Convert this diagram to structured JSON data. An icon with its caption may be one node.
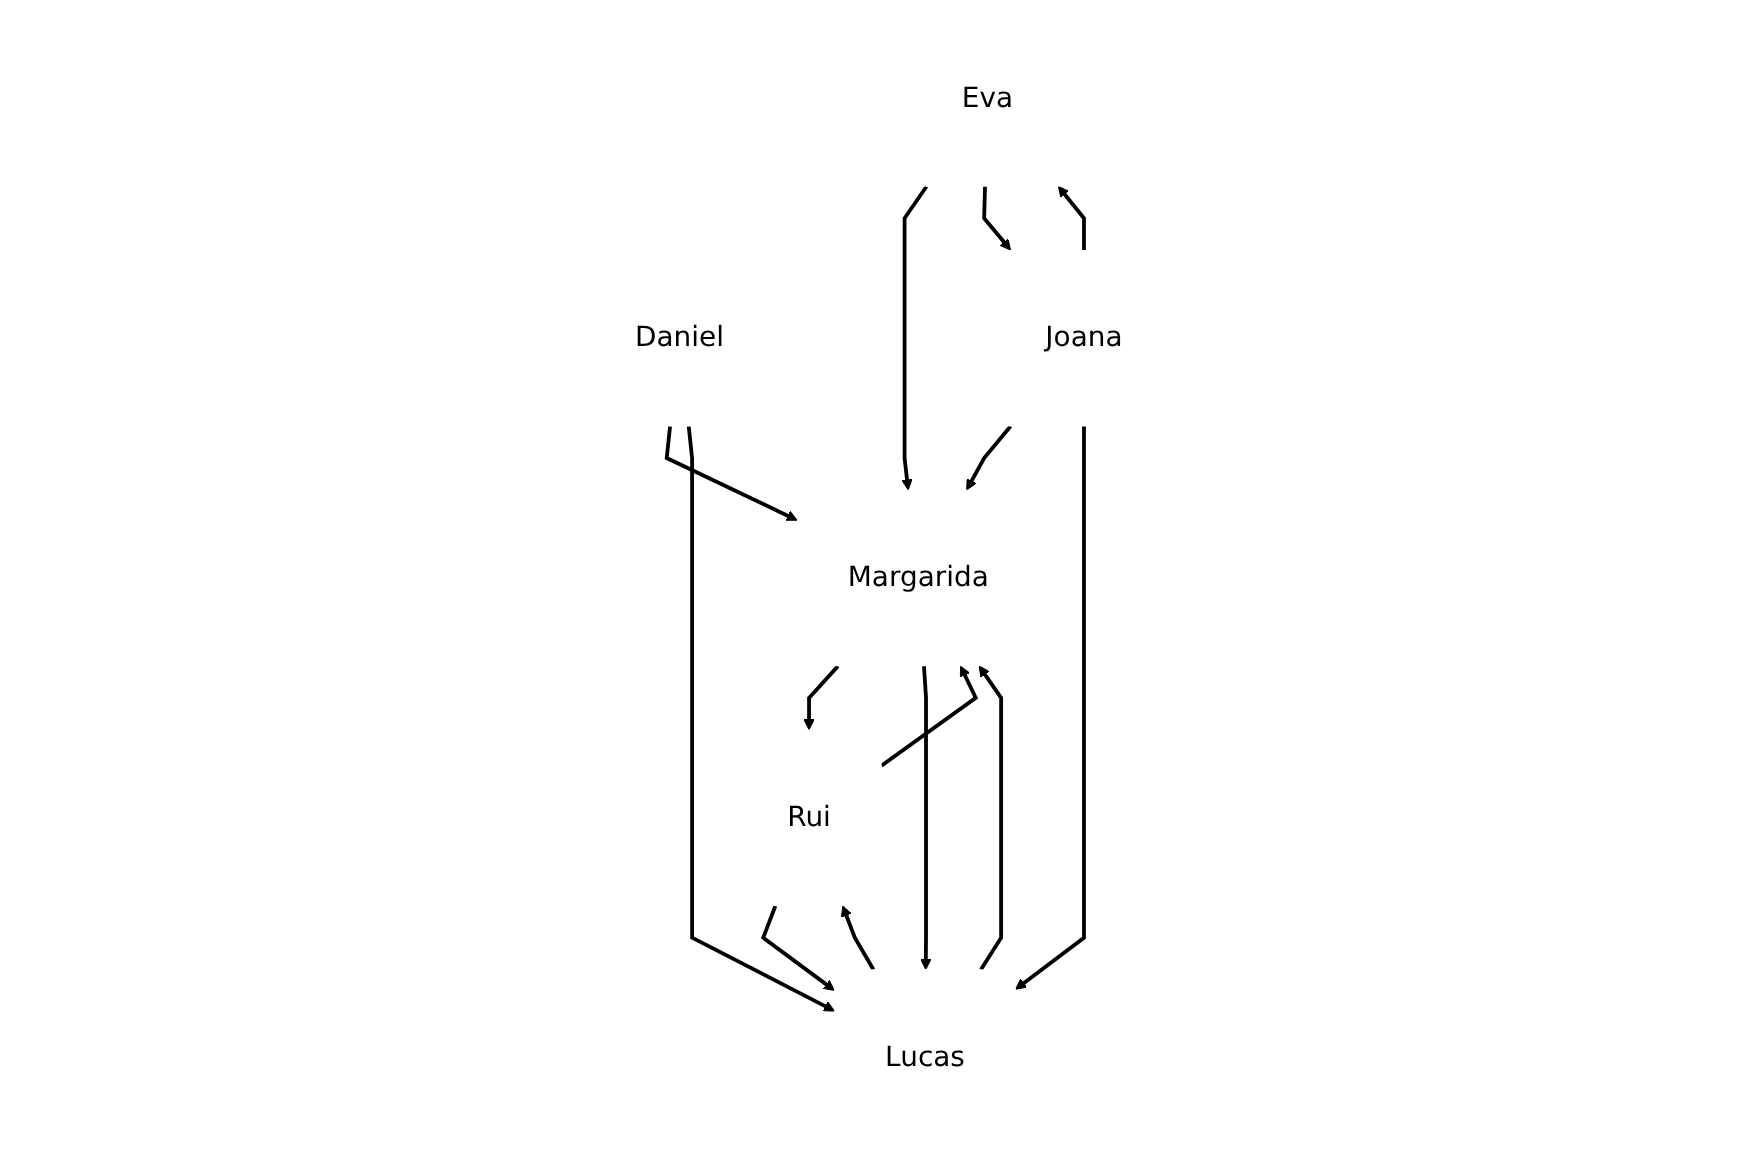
{
  "diagram": {
    "nodes": [
      {
        "text": [
          "Margarida"
        ]
      },
      {
        "text": [
          "Eva"
        ]
      },
      {
        "text": [
          "Daniel"
        ]
      },
      {
        "text": [
          "Rui"
        ]
      },
      {
        "text": [
          "Lucas"
        ]
      },
      {
        "text": [
          "Joana"
        ]
      }
    ],
    "edges": [
      {
        "from": 1,
        "to": 0,
        "arrow": "to"
      },
      {
        "from": 1,
        "to": 5,
        "arrow": "to"
      },
      {
        "from": 5,
        "to": 1,
        "arrow": "to"
      },
      {
        "from": 3,
        "to": 0,
        "arrow": "to"
      },
      {
        "from": 0,
        "to": 3,
        "arrow": "to"
      },
      {
        "from": 5,
        "to": 0,
        "arrow": "to"
      },
      {
        "from": 0,
        "to": 4,
        "arrow": "to"
      },
      {
        "from": 4,
        "to": 0,
        "arrow": "to"
      },
      {
        "from": 2,
        "to": 0,
        "arrow": "to"
      },
      {
        "from": 2,
        "to": 4,
        "arrow": "to"
      },
      {
        "from": 3,
        "to": 4,
        "arrow": "to"
      },
      {
        "from": 4,
        "to": 3,
        "arrow": "to"
      },
      {
        "from": 5,
        "to": 4,
        "arrow": "to"
      }
    ]
  }
}
